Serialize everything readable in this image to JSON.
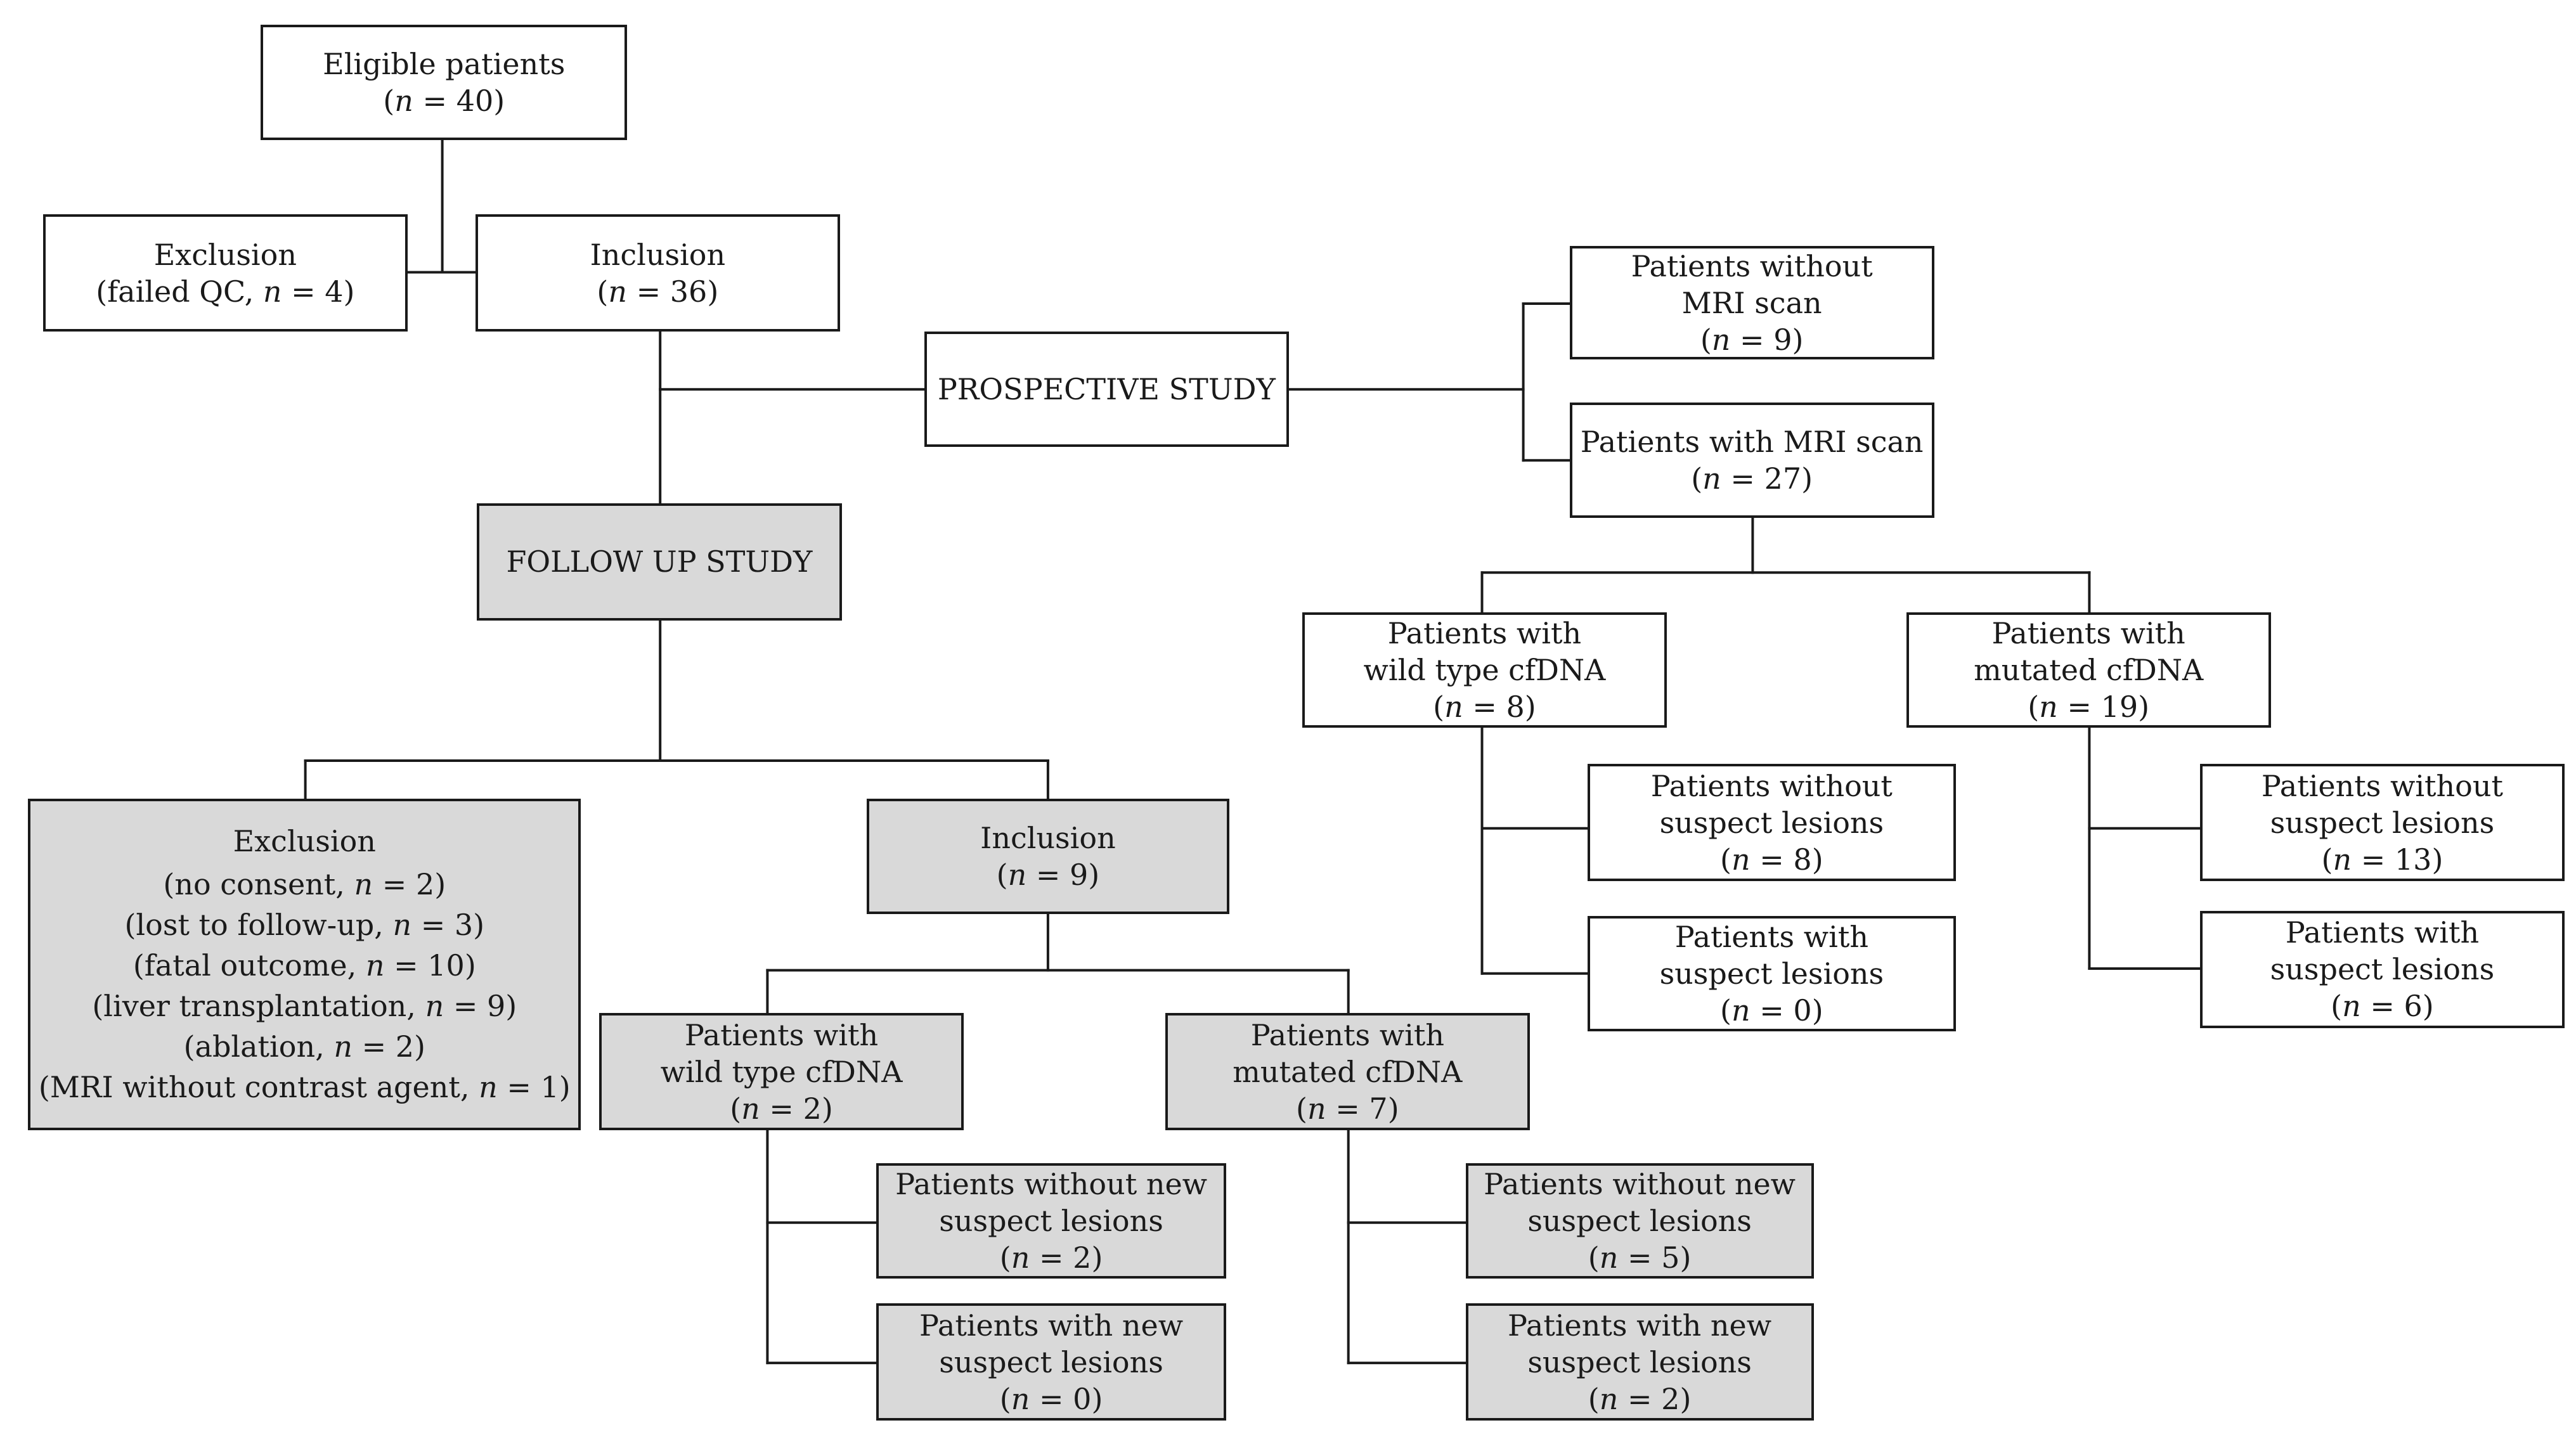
{
  "nodes": {
    "eligible": {
      "lines": [
        "Eligible  patients"
      ],
      "n": "40"
    },
    "exclusion_top": {
      "lines": [
        "Exclusion"
      ],
      "n_prefix": "(failed QC, ",
      "n": "4"
    },
    "inclusion_top": {
      "lines": [
        "Inclusion"
      ],
      "n": "36"
    },
    "prospective": {
      "lines": [
        "PROSPECTIVE STUDY"
      ]
    },
    "pros_without_mri": {
      "lines": [
        "Patients without",
        "MRI scan"
      ],
      "n": "9"
    },
    "pros_with_mri": {
      "lines": [
        "Patients with MRI scan"
      ],
      "n": "27"
    },
    "pros_wild": {
      "lines": [
        "Patients with",
        "wild type cfDNA"
      ],
      "n": "8"
    },
    "pros_mut": {
      "lines": [
        "Patients with",
        "mutated cfDNA"
      ],
      "n": "19"
    },
    "pros_wild_without": {
      "lines": [
        "Patients without",
        "suspect lesions"
      ],
      "n": "8"
    },
    "pros_wild_with": {
      "lines": [
        "Patients with",
        "suspect lesions"
      ],
      "n": "0"
    },
    "pros_mut_without": {
      "lines": [
        "Patients without",
        "suspect lesions"
      ],
      "n": "13"
    },
    "pros_mut_with": {
      "lines": [
        "Patients with",
        "suspect lesions"
      ],
      "n": "6"
    },
    "followup": {
      "lines": [
        "FOLLOW UP STUDY"
      ]
    },
    "fu_exclusion": {
      "title": "Exclusion",
      "items": [
        {
          "prefix": "(no consent, ",
          "n": "2"
        },
        {
          "prefix": "(lost to follow-up,  ",
          "n": "3"
        },
        {
          "prefix": "(fatal outcome, ",
          "n": "10"
        },
        {
          "prefix": "(liver  transplantation, ",
          "n": "9"
        },
        {
          "prefix": "(ablation, ",
          "n": "2"
        },
        {
          "prefix": "(MRI without contrast agent, ",
          "n": "1"
        }
      ]
    },
    "fu_inclusion": {
      "lines": [
        "Inclusion"
      ],
      "n": "9"
    },
    "fu_wild": {
      "lines": [
        "Patients with",
        "wild  type cfDNA"
      ],
      "n": "2"
    },
    "fu_mut": {
      "lines": [
        "Patients with",
        "mutated cfDNA"
      ],
      "n": "7"
    },
    "fu_wild_without": {
      "lines": [
        "Patients without new",
        "suspect lesions"
      ],
      "n": "2"
    },
    "fu_wild_with": {
      "lines": [
        "Patients with new",
        "suspect lesions"
      ],
      "n": "0"
    },
    "fu_mut_without": {
      "lines": [
        "Patients without new",
        "suspect lesions"
      ],
      "n": "5"
    },
    "fu_mut_with": {
      "lines": [
        "Patients with new",
        "suspect lesions"
      ],
      "n": "2"
    }
  },
  "n_symbol": "n",
  "colors": {
    "stroke": "#1a1a1a",
    "grey_fill": "#d9d9d9",
    "white_fill": "#ffffff"
  }
}
